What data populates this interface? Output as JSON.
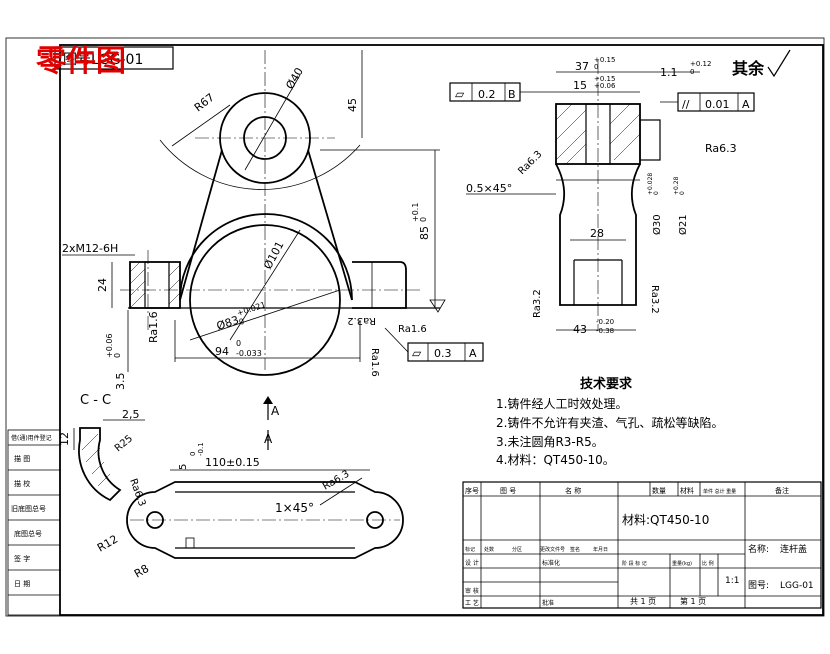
{
  "stamp": {
    "text": "零件图",
    "color": "#e00000"
  },
  "drawing_no_box": "图号LGG-01",
  "roughness_rest": "其余",
  "main_view": {
    "r67": "R67",
    "phi40": "Ø40",
    "d45": "45",
    "d85": "85",
    "d85_tol_up": "+0.1",
    "d85_tol_lo": "0",
    "phi101": "Ø101",
    "thread": "2xM12-6H",
    "d24": "24",
    "ra16a": "Ra1.6",
    "phi83": "Ø83",
    "phi83_tol_up": "+0.021",
    "phi83_tol_lo": "0",
    "d94": "94",
    "d94_tol_up": "0",
    "d94_tol_lo": "-0.033",
    "ra32a": "Ra3.2",
    "ra16b": "Ra1.6",
    "ra16c": "Ra1.6",
    "flat_sym": "⏥",
    "flat_val": "0.3",
    "flat_ref": "A",
    "d35": "3.5",
    "d35_up": "+0.06",
    "d35_lo": "0",
    "datum_a": "A"
  },
  "section_cc": {
    "title": "C - C",
    "d25": "2,5",
    "d12": "12",
    "r25": "R25",
    "ra63": "Ra6.3"
  },
  "top_view": {
    "datum_a": "A",
    "d110": "110±0.15",
    "d5": "5",
    "d5_up": "0",
    "d5_lo": "-0.1",
    "chamfer": "1×45°",
    "ra63": "Ra6.3",
    "r12": "R12",
    "r8": "R8"
  },
  "side_view": {
    "flat_sym": "⏥",
    "flat_val": "0.2",
    "flat_ref": "B",
    "d37": "37",
    "d37_up": "+0.15",
    "d37_lo": "0",
    "d15": "15",
    "d15_up": "+0.15",
    "d15_lo": "+0.06",
    "d11": "1.1",
    "d11_up": "+0.12",
    "d11_lo": "0",
    "par_sym": "//",
    "par_val": "0.01",
    "par_ref": "A",
    "ra63": "Ra6.3",
    "ra63b": "Ra6.3",
    "chamfer": "0.5×45°",
    "phi30": "Ø30",
    "phi30_up": "+0.028",
    "phi30_lo": "0",
    "phi21": "Ø21",
    "phi21_up": "+0.28",
    "phi21_lo": "0",
    "d28": "28",
    "ra32a": "Ra3.2",
    "ra32b": "Ra3.2",
    "d43": "43",
    "d43_up": "-0.20",
    "d43_lo": "-0.38"
  },
  "tech_req": {
    "title": "技术要求",
    "items": [
      "1.铸件经人工时效处理。",
      "2.铸件不允许有夹渣、气孔、疏松等缺陷。",
      "3.未注圆角R3-R5。",
      "4.材料：QT450-10。"
    ]
  },
  "left_strip": [
    "借(通)用件登记",
    "描 图",
    "描 校",
    "旧底图总号",
    "底图总号",
    "签 字",
    "日 期"
  ],
  "title_block": {
    "header": [
      "序号",
      "图 号",
      "名 称",
      "数量",
      "材料",
      "单件 总计 重量",
      "备注"
    ],
    "material": "材料:QT450-10",
    "name_label": "名称:",
    "name": "连杆盖",
    "sign_header": [
      "标记",
      "处数",
      "分区",
      "更改文件号",
      "签名",
      "年月日"
    ],
    "rows_left": [
      "设 计",
      "审 核",
      "工 艺"
    ],
    "std": "标准化",
    "approve": "批准",
    "stage_header": [
      "阶 段 标 记",
      "重量(kg)",
      "比 例"
    ],
    "scale": "1:1",
    "drawing_label": "图号:",
    "drawing_no": "LGG-01",
    "total": "共 1 页",
    "page": "第 1 页"
  }
}
